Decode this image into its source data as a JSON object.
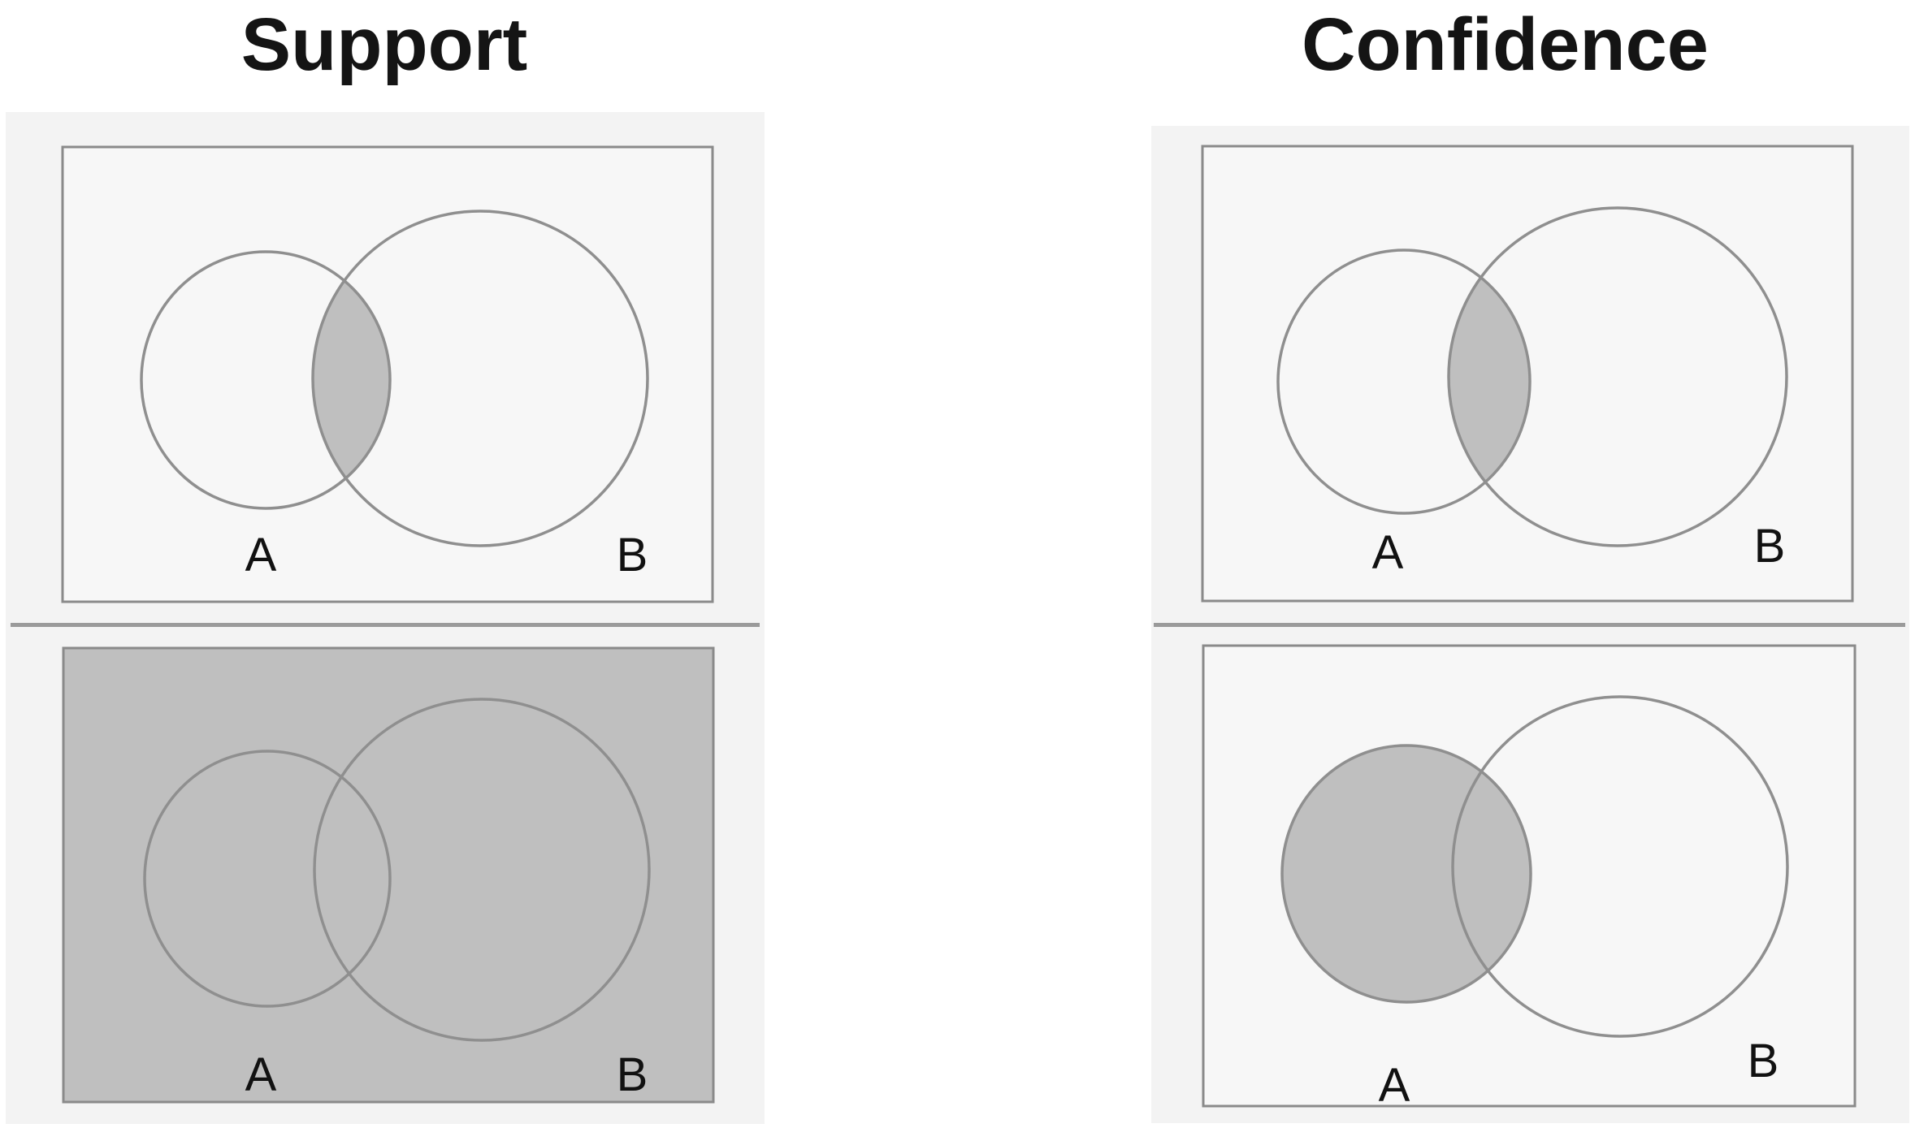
{
  "support": {
    "title": "Support",
    "numerator": {
      "label_a": "A",
      "label_b": "B",
      "shaded_region": "intersection of A and B"
    },
    "denominator": {
      "label_a": "A",
      "label_b": "B",
      "shaded_region": "entire universe box"
    }
  },
  "confidence": {
    "title": "Confidence",
    "numerator": {
      "label_a": "A",
      "label_b": "B",
      "shaded_region": "intersection of A and B"
    },
    "denominator": {
      "label_a": "A",
      "label_b": "B",
      "shaded_region": "circle A"
    }
  },
  "colors": {
    "shaded": "#bfbfbf",
    "panel_bg": "#f3f3f3",
    "box_bg": "#f7f7f7",
    "box_border": "#8a8a8a",
    "circle_stroke": "#8f8f8f",
    "divider": "#9a9a9a",
    "title_color": "#141414",
    "label_color": "#111111"
  }
}
